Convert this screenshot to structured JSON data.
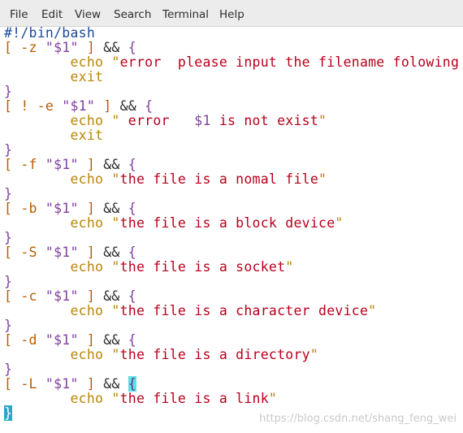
{
  "menu": {
    "file": "File",
    "edit": "Edit",
    "view": "View",
    "search": "Search",
    "terminal": "Terminal",
    "help": "Help"
  },
  "code": {
    "l1": {
      "text": "#!/bin/bash"
    },
    "l2": {
      "open": "[ -z ",
      "var": "\"$1\"",
      "close": " ]",
      "op": " && ",
      "brace": "{"
    },
    "l3": {
      "indent": "        ",
      "cmd": "echo",
      "sp": " ",
      "q": "\"",
      "str": "error  please input the filename folowing $"
    },
    "l4": {
      "indent": "        ",
      "cmd": "exit"
    },
    "l5": {
      "brace": "}"
    },
    "l6": {
      "open": "[ ! -e ",
      "var": "\"$1\"",
      "close": " ]",
      "op": " && ",
      "brace": "{"
    },
    "l7": {
      "indent": "        ",
      "cmd": "echo",
      "sp": " ",
      "q": "\"",
      "str1": " error   ",
      "var": "$1",
      "str2": " is not exist",
      "qend": "\""
    },
    "l8": {
      "indent": "        ",
      "cmd": "exit"
    },
    "l9": {
      "brace": "}"
    },
    "l10": {
      "open": "[ -f ",
      "var": "\"$1\"",
      "close": " ]",
      "op": " && ",
      "brace": "{"
    },
    "l11": {
      "indent": "        ",
      "cmd": "echo",
      "sp": " ",
      "q": "\"",
      "str": "the file is a nomal file",
      "qend": "\""
    },
    "l12": {
      "brace": "}"
    },
    "l13": {
      "open": "[ -b ",
      "var": "\"$1\"",
      "close": " ]",
      "op": " && ",
      "brace": "{"
    },
    "l14": {
      "indent": "        ",
      "cmd": "echo",
      "sp": " ",
      "q": "\"",
      "str": "the file is a block device",
      "qend": "\""
    },
    "l15": {
      "brace": "}"
    },
    "l16": {
      "open": "[ -S ",
      "var": "\"$1\"",
      "close": " ]",
      "op": " && ",
      "brace": "{"
    },
    "l17": {
      "indent": "        ",
      "cmd": "echo",
      "sp": " ",
      "q": "\"",
      "str": "the file is a socket",
      "qend": "\""
    },
    "l18": {
      "brace": "}"
    },
    "l19": {
      "open": "[ -c ",
      "var": "\"$1\"",
      "close": " ]",
      "op": " && ",
      "brace": "{"
    },
    "l20": {
      "indent": "        ",
      "cmd": "echo",
      "sp": " ",
      "q": "\"",
      "str": "the file is a character device",
      "qend": "\""
    },
    "l21": {
      "brace": "}"
    },
    "l22": {
      "open": "[ -d ",
      "var": "\"$1\"",
      "close": " ]",
      "op": " && ",
      "brace": "{"
    },
    "l23": {
      "indent": "        ",
      "cmd": "echo",
      "sp": " ",
      "q": "\"",
      "str": "the file is a directory",
      "qend": "\""
    },
    "l24": {
      "brace": "}"
    },
    "l25": {
      "open": "[ -L ",
      "var": "\"$1\"",
      "close": " ]",
      "op": " && ",
      "brace": "{"
    },
    "l26": {
      "indent": "        ",
      "cmd": "echo",
      "sp": " ",
      "q": "\"",
      "str": "the file is a link",
      "qend": "\""
    },
    "l27": {
      "brace": "}"
    }
  },
  "watermark": "https://blog.csdn.net/shang_feng_wei"
}
